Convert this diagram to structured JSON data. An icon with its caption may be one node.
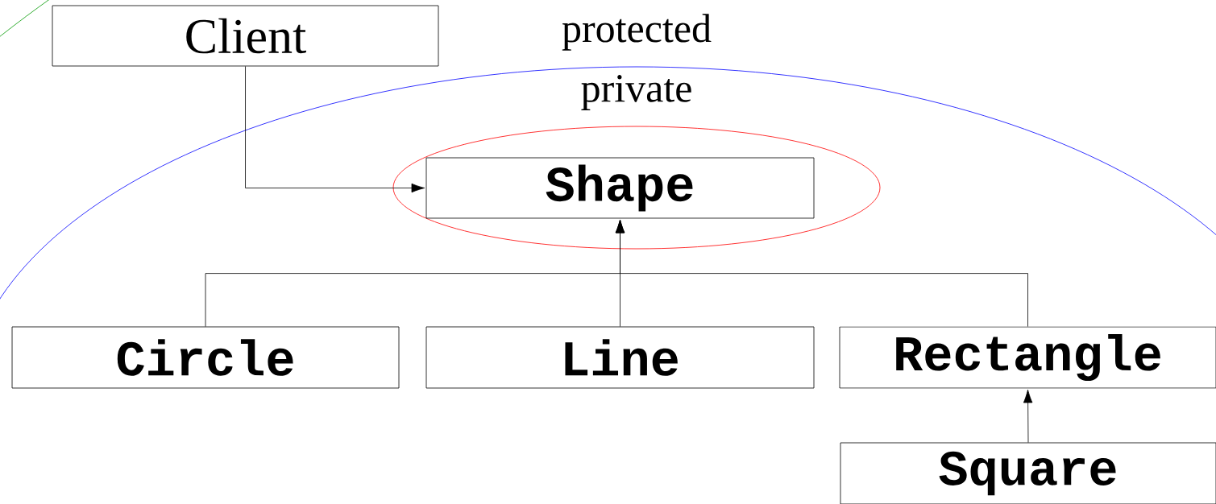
{
  "diagram": {
    "nodes": [
      {
        "text": [
          "protected"
        ]
      },
      {
        "text": [
          "Client"
        ],
        "in": 0
      },
      {
        "text": [
          "private"
        ],
        "in": 0
      },
      {
        "text": [],
        "shape": "ellipse",
        "in": 2
      },
      {
        "text": [
          "Shape"
        ],
        "in": 3
      },
      {
        "text": [
          "Circle"
        ],
        "in": 2
      },
      {
        "text": [
          "Line"
        ],
        "in": 2
      },
      {
        "text": [
          "Rectangle"
        ],
        "in": 2
      },
      {
        "text": [
          "Square"
        ],
        "in": 2
      }
    ],
    "edges": [
      {
        "from": 1,
        "to": 4,
        "arrow": "to"
      },
      {
        "from": 5,
        "to": 4,
        "arrow": "to"
      },
      {
        "from": 6,
        "to": 4,
        "arrow": "to"
      },
      {
        "from": 7,
        "to": 4,
        "arrow": "to"
      },
      {
        "from": 8,
        "to": 7,
        "arrow": "to"
      }
    ]
  }
}
